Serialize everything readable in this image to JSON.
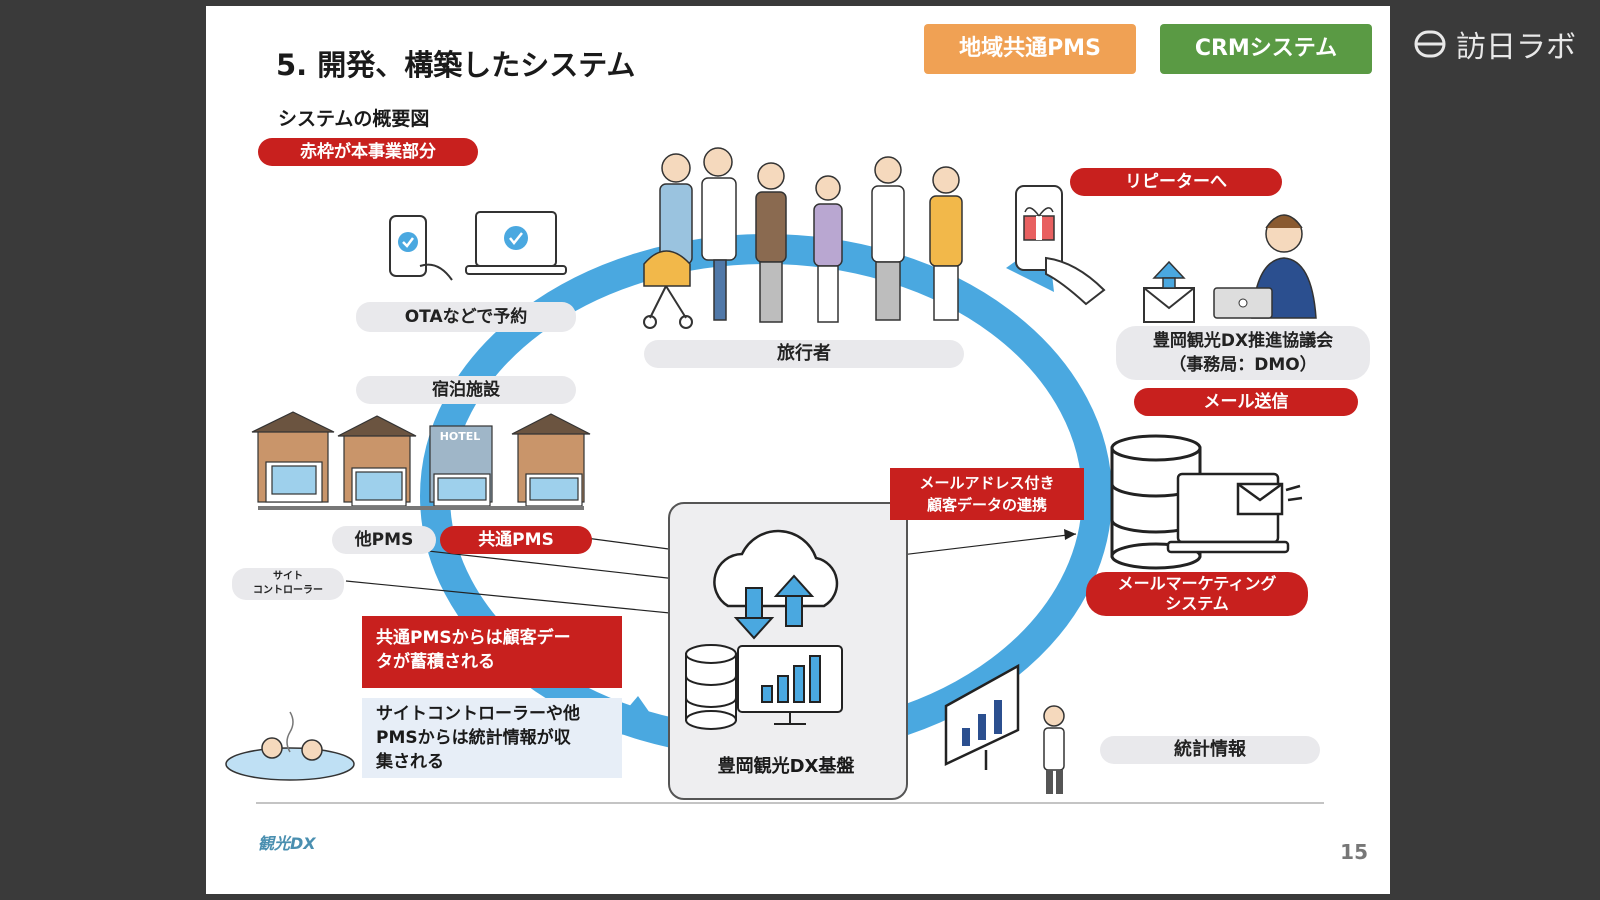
{
  "slide": {
    "title": "5. 開発、構築したシステム",
    "subtitle": "システムの概要図",
    "red_note": "赤枠が本事業部分",
    "tags": {
      "pms": "地域共通PMS",
      "crm": "CRMシステム"
    },
    "page_number": "15",
    "footer_logo": "観光DX"
  },
  "overlay_logo": "訪日ラボ",
  "nodes": {
    "ota": "OTAなどで予約",
    "travelers": "旅行者",
    "lodging": "宿泊施設",
    "other_pms": "他PMS",
    "shared_pms": "共通PMS",
    "hotel_sign": "HOTEL",
    "site_controller_1": "サイト",
    "site_controller_2": "コントローラー",
    "repeater": "リピーターへ",
    "dmo_1": "豊岡観光DX推進協議会",
    "dmo_2": "（事務局：DMO）",
    "mail_send": "メール送信",
    "email_link_1": "メールアドレス付き",
    "email_link_2": "顧客データの連携",
    "mail_marketing_1": "メールマーケティング",
    "mail_marketing_2": "システム",
    "platform": "豊岡観光DX基盤",
    "stats": "統計情報",
    "pms_accum_1": "共通PMSからは顧客デー",
    "pms_accum_2": "タが蓄積される",
    "stats_collect_1": "サイトコントローラーや他",
    "stats_collect_2": "PMSからは統計情報が収",
    "stats_collect_3": "集される"
  },
  "colors": {
    "cycle_arrow": "#4aa8e0",
    "accent_red": "#c8201e",
    "tag_orange": "#f0a154",
    "tag_green": "#5a9a44",
    "pill_gray": "#e9e9ec"
  }
}
